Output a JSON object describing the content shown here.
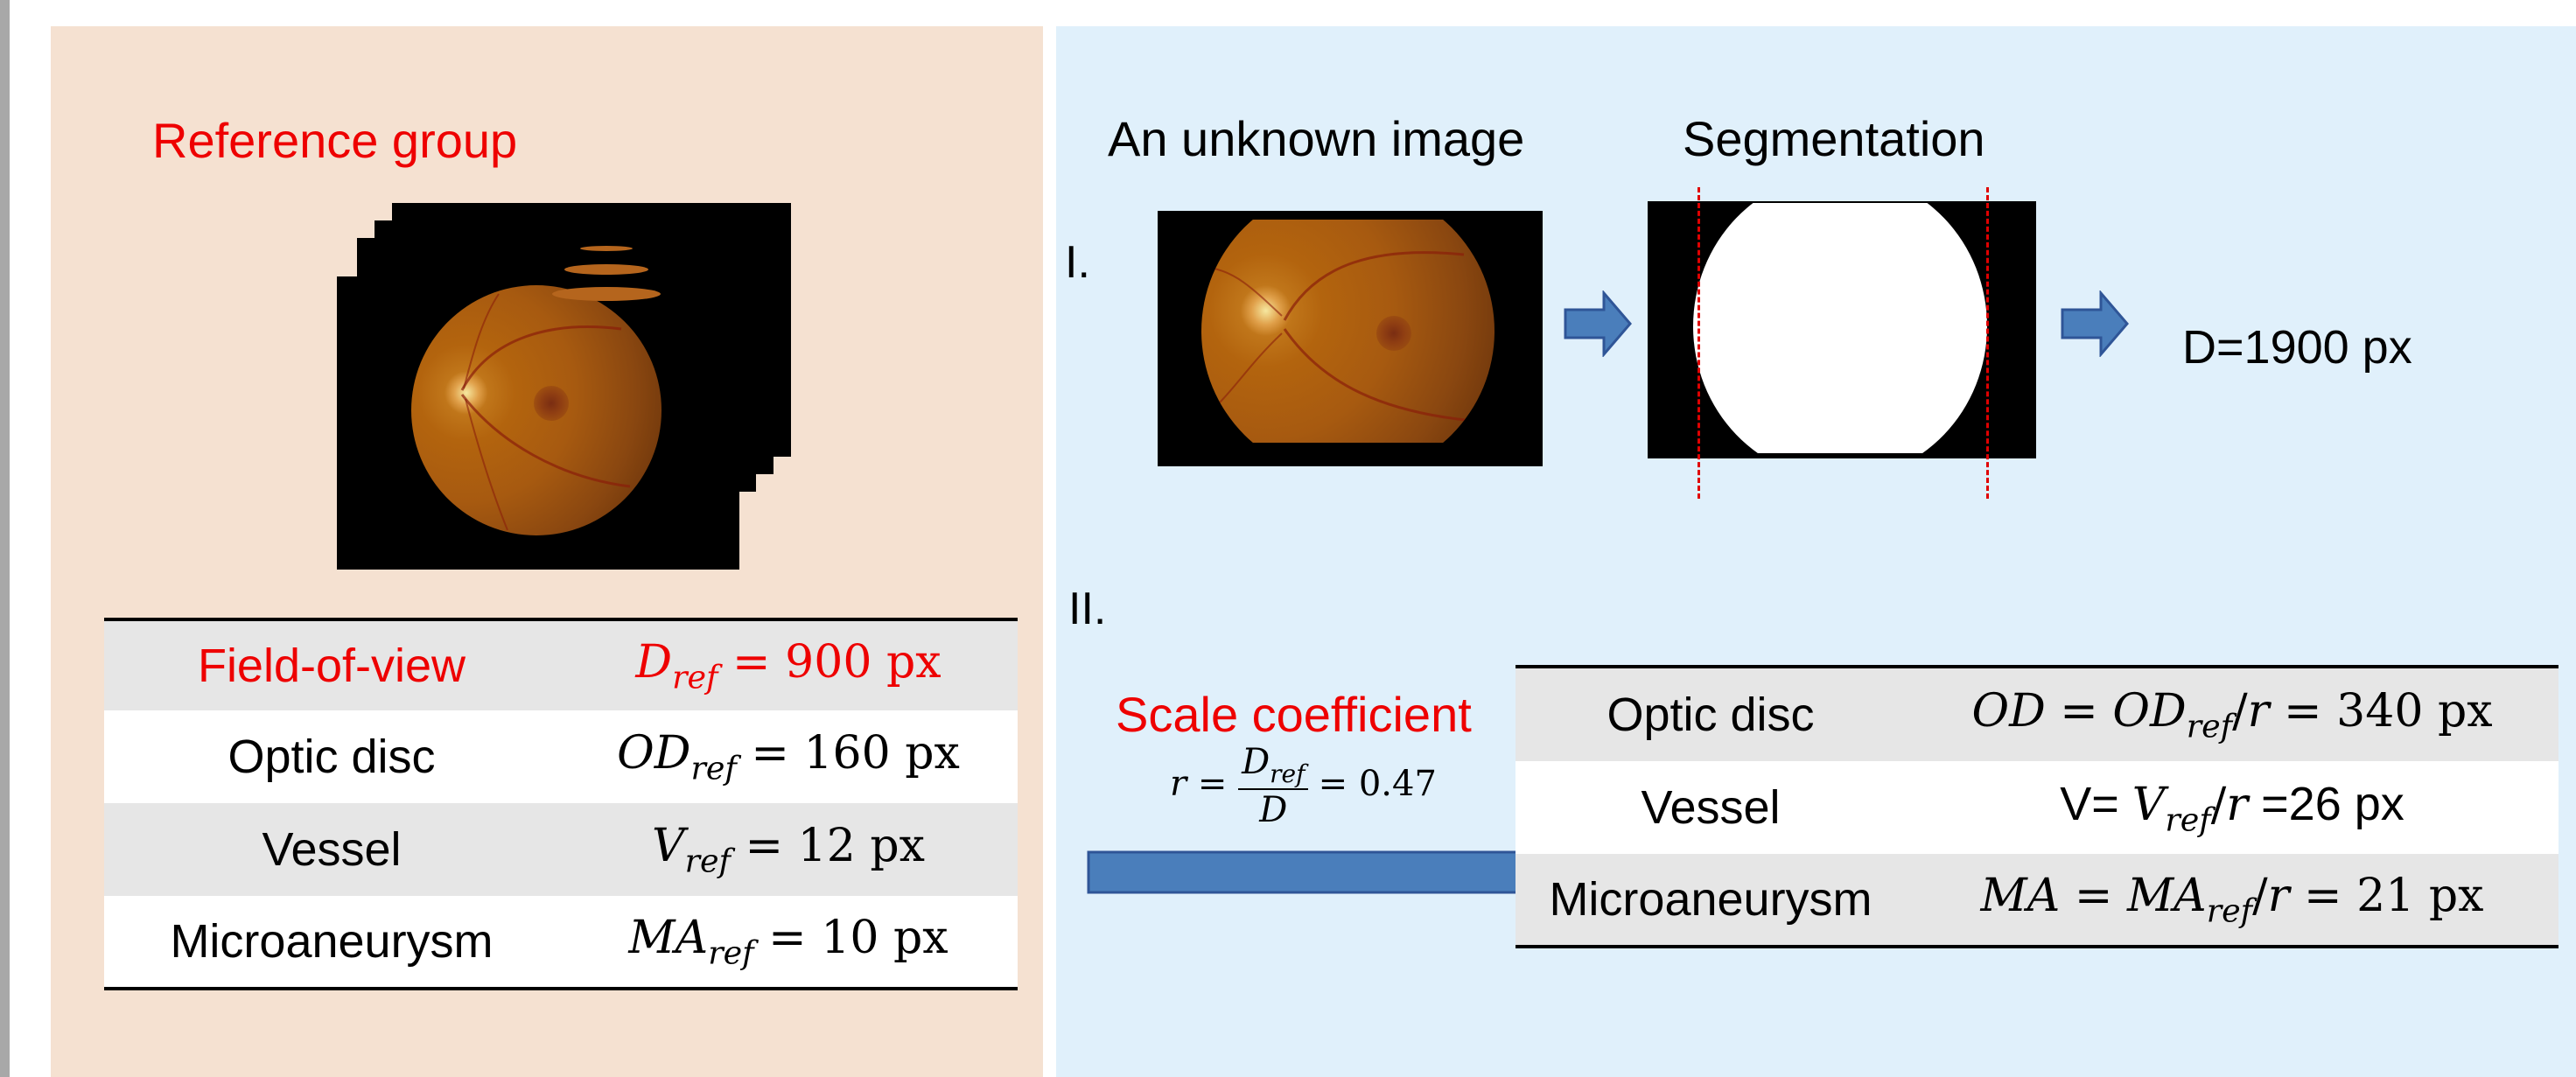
{
  "left_panel": {
    "title": "Reference group",
    "table": [
      {
        "label": "Field-of-view",
        "var": "D",
        "sub": "ref",
        "value": " = 900 px",
        "highlight": true
      },
      {
        "label": "Optic disc",
        "var": "OD",
        "sub": "ref",
        "value": " = 160 px",
        "highlight": false
      },
      {
        "label": "Vessel",
        "var": "V",
        "sub": "ref",
        "value": " = 12 px",
        "highlight": false
      },
      {
        "label": "Microaneurysm",
        "var": "MA",
        "sub": "ref",
        "value": " = 10 px",
        "highlight": false
      }
    ]
  },
  "right_panel": {
    "step1_label": "I.",
    "unknown_caption": "An unknown image",
    "segmentation_caption": "Segmentation",
    "diameter_result": "D=1900 px",
    "step2_label": "II.",
    "scale_title": "Scale coefficient",
    "scale_formula": {
      "lhs": "r = ",
      "num_var": "D",
      "num_sub": "ref",
      "den_var": "D",
      "rhs": " = 0.47"
    },
    "table": [
      {
        "label": "Optic disc",
        "lhs": "OD",
        "mid": " = ",
        "var": "OD",
        "sub": "ref",
        "div": "/",
        "r": "r",
        "value": " = 340 px"
      },
      {
        "label": "Vessel",
        "lhs": "V= ",
        "var": "V",
        "sub": "ref",
        "div": "/",
        "r": "r",
        "value": " =26 px"
      },
      {
        "label": "Microaneurysm",
        "lhs": "MA",
        "mid": " = ",
        "var": "MA",
        "sub": "ref",
        "div": "/",
        "r": "r",
        "value": " = 21 px"
      }
    ]
  },
  "colors": {
    "left_bg": "#f5e1d1",
    "right_bg": "#e0f0fb",
    "accent_red": "#ee0000",
    "arrow_blue": "#4a7ebb",
    "arrow_outline": "#2f5597"
  }
}
